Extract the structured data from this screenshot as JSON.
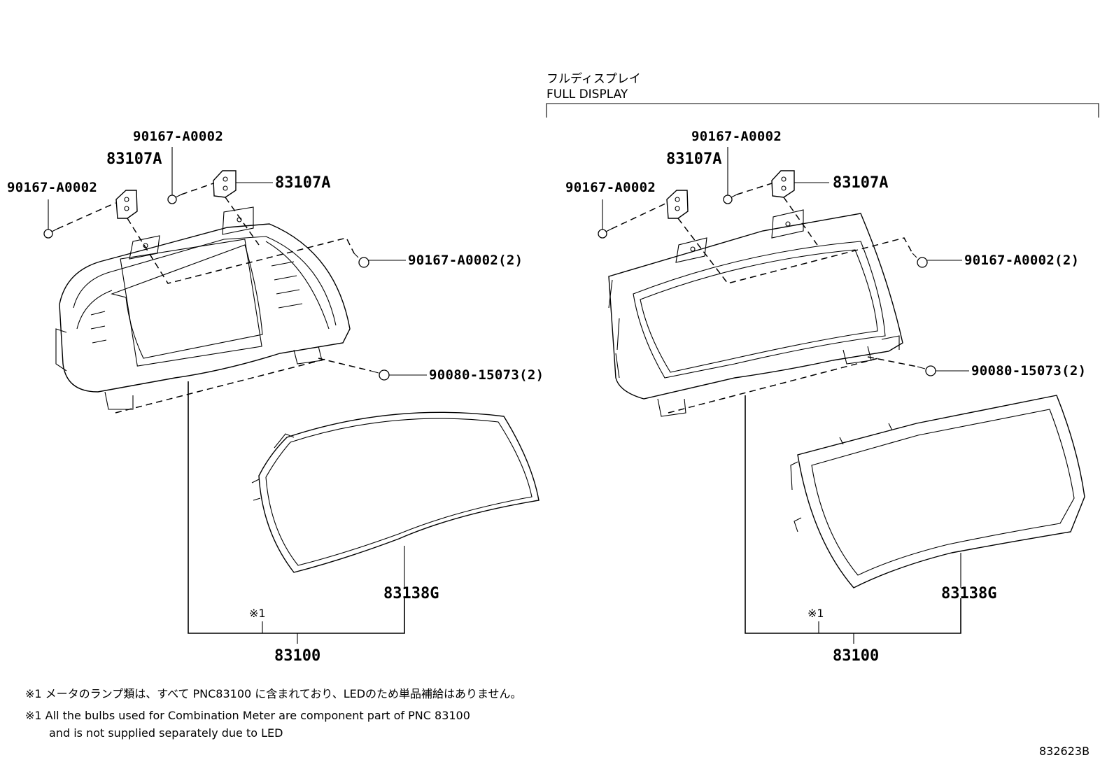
{
  "section_header": {
    "jp": "フルディスプレイ",
    "en": "FULL DISPLAY"
  },
  "left_group": {
    "labels": {
      "screw_top": "90167-A0002",
      "bracket_left": "83107A",
      "screw_left": "90167-A0002",
      "bracket_right": "83107A",
      "screw_right": "90167-A0002(2)",
      "bolt": "90080-15073(2)",
      "lens": "83138G",
      "note_mark": "※1",
      "assembly": "83100"
    }
  },
  "right_group": {
    "labels": {
      "screw_top": "90167-A0002",
      "bracket_left": "83107A",
      "screw_left": "90167-A0002",
      "bracket_right": "83107A",
      "screw_right": "90167-A0002(2)",
      "bolt": "90080-15073(2)",
      "lens": "83138G",
      "note_mark": "※1",
      "assembly": "83100"
    }
  },
  "notes": {
    "jp": "※1 メータのランプ類は、すべて PNC83100 に含まれており、LEDのため単品補給はありません。",
    "en_line1": "※1 All the bulbs used for Combination Meter are component part of PNC 83100",
    "en_line2": "and is not supplied separately due to LED"
  },
  "diagram_id": "832623B"
}
